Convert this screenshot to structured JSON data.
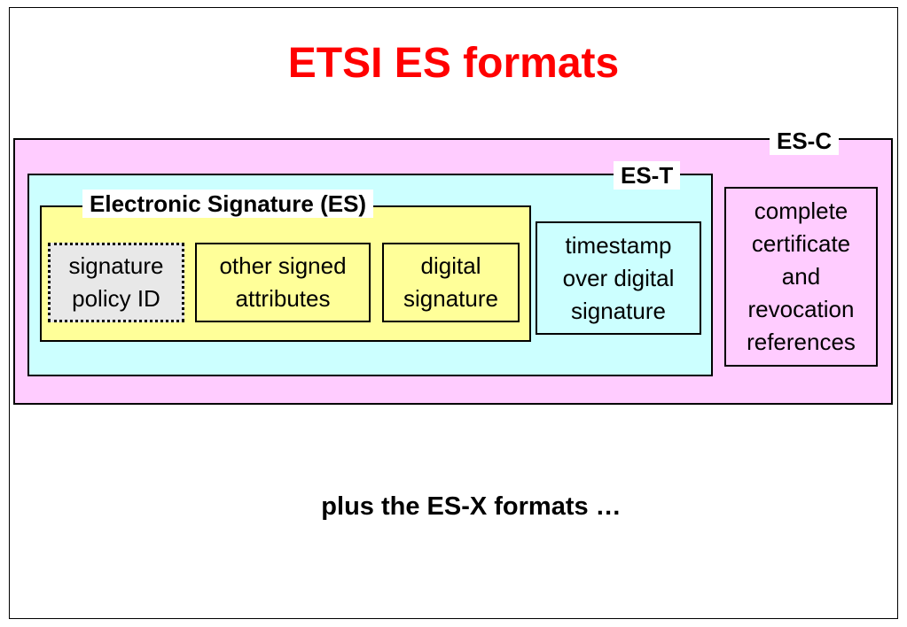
{
  "title": "ETSI ES formats",
  "es_c": {
    "label": "ES-C",
    "refs_lines": [
      "complete",
      "certificate",
      "and",
      "revocation",
      "references"
    ]
  },
  "es_t": {
    "label": "ES-T",
    "timestamp_lines": [
      "timestamp",
      "over digital",
      "signature"
    ]
  },
  "es": {
    "label": "Electronic Signature (ES)",
    "policy_lines": [
      "signature",
      "policy ID"
    ],
    "other_lines": [
      "other signed",
      "attributes"
    ],
    "digital_lines": [
      "digital",
      "signature"
    ]
  },
  "footer": "plus the ES-X formats …",
  "colors": {
    "title": "#ff0000",
    "es_c_fill": "#ffccff",
    "es_t_fill": "#ccffff",
    "es_fill": "#ffff99",
    "policy_fill": "#e8e8e8"
  }
}
